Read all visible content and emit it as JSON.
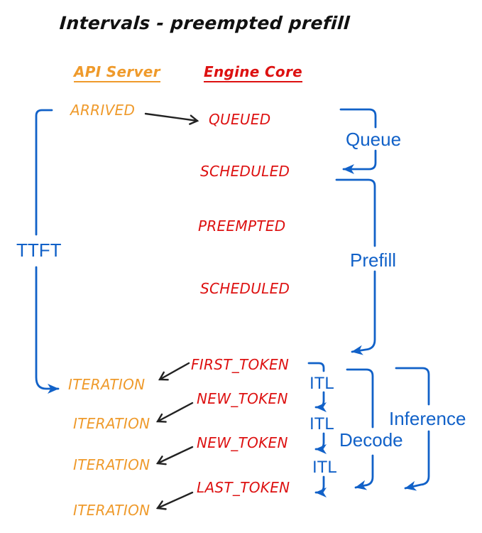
{
  "title": "Intervals - preempted prefill",
  "columns": {
    "api_server": "API Server",
    "engine_core": "Engine Core"
  },
  "events": {
    "arrived": "ARRIVED",
    "queued": "QUEUED",
    "scheduled_1": "SCHEDULED",
    "preempted": "PREEMPTED",
    "scheduled_2": "SCHEDULED",
    "first_token": "FIRST_TOKEN",
    "new_token_1": "NEW_TOKEN",
    "new_token_2": "NEW_TOKEN",
    "last_token": "LAST_TOKEN",
    "iteration_1": "ITERATION",
    "iteration_2": "ITERATION",
    "iteration_3": "ITERATION",
    "iteration_4": "ITERATION"
  },
  "intervals": {
    "ttft": "TTFT",
    "queue": "Queue",
    "prefill": "Prefill",
    "itl_1": "ITL",
    "itl_2": "ITL",
    "itl_3": "ITL",
    "decode": "Decode",
    "inference": "Inference"
  },
  "colors": {
    "api_server_orange": "#ef9a2b",
    "engine_core_red": "#dd1111",
    "interval_blue": "#1161c8",
    "arrow_black": "#222222",
    "title_black": "#111111",
    "background": "#ffffff"
  }
}
